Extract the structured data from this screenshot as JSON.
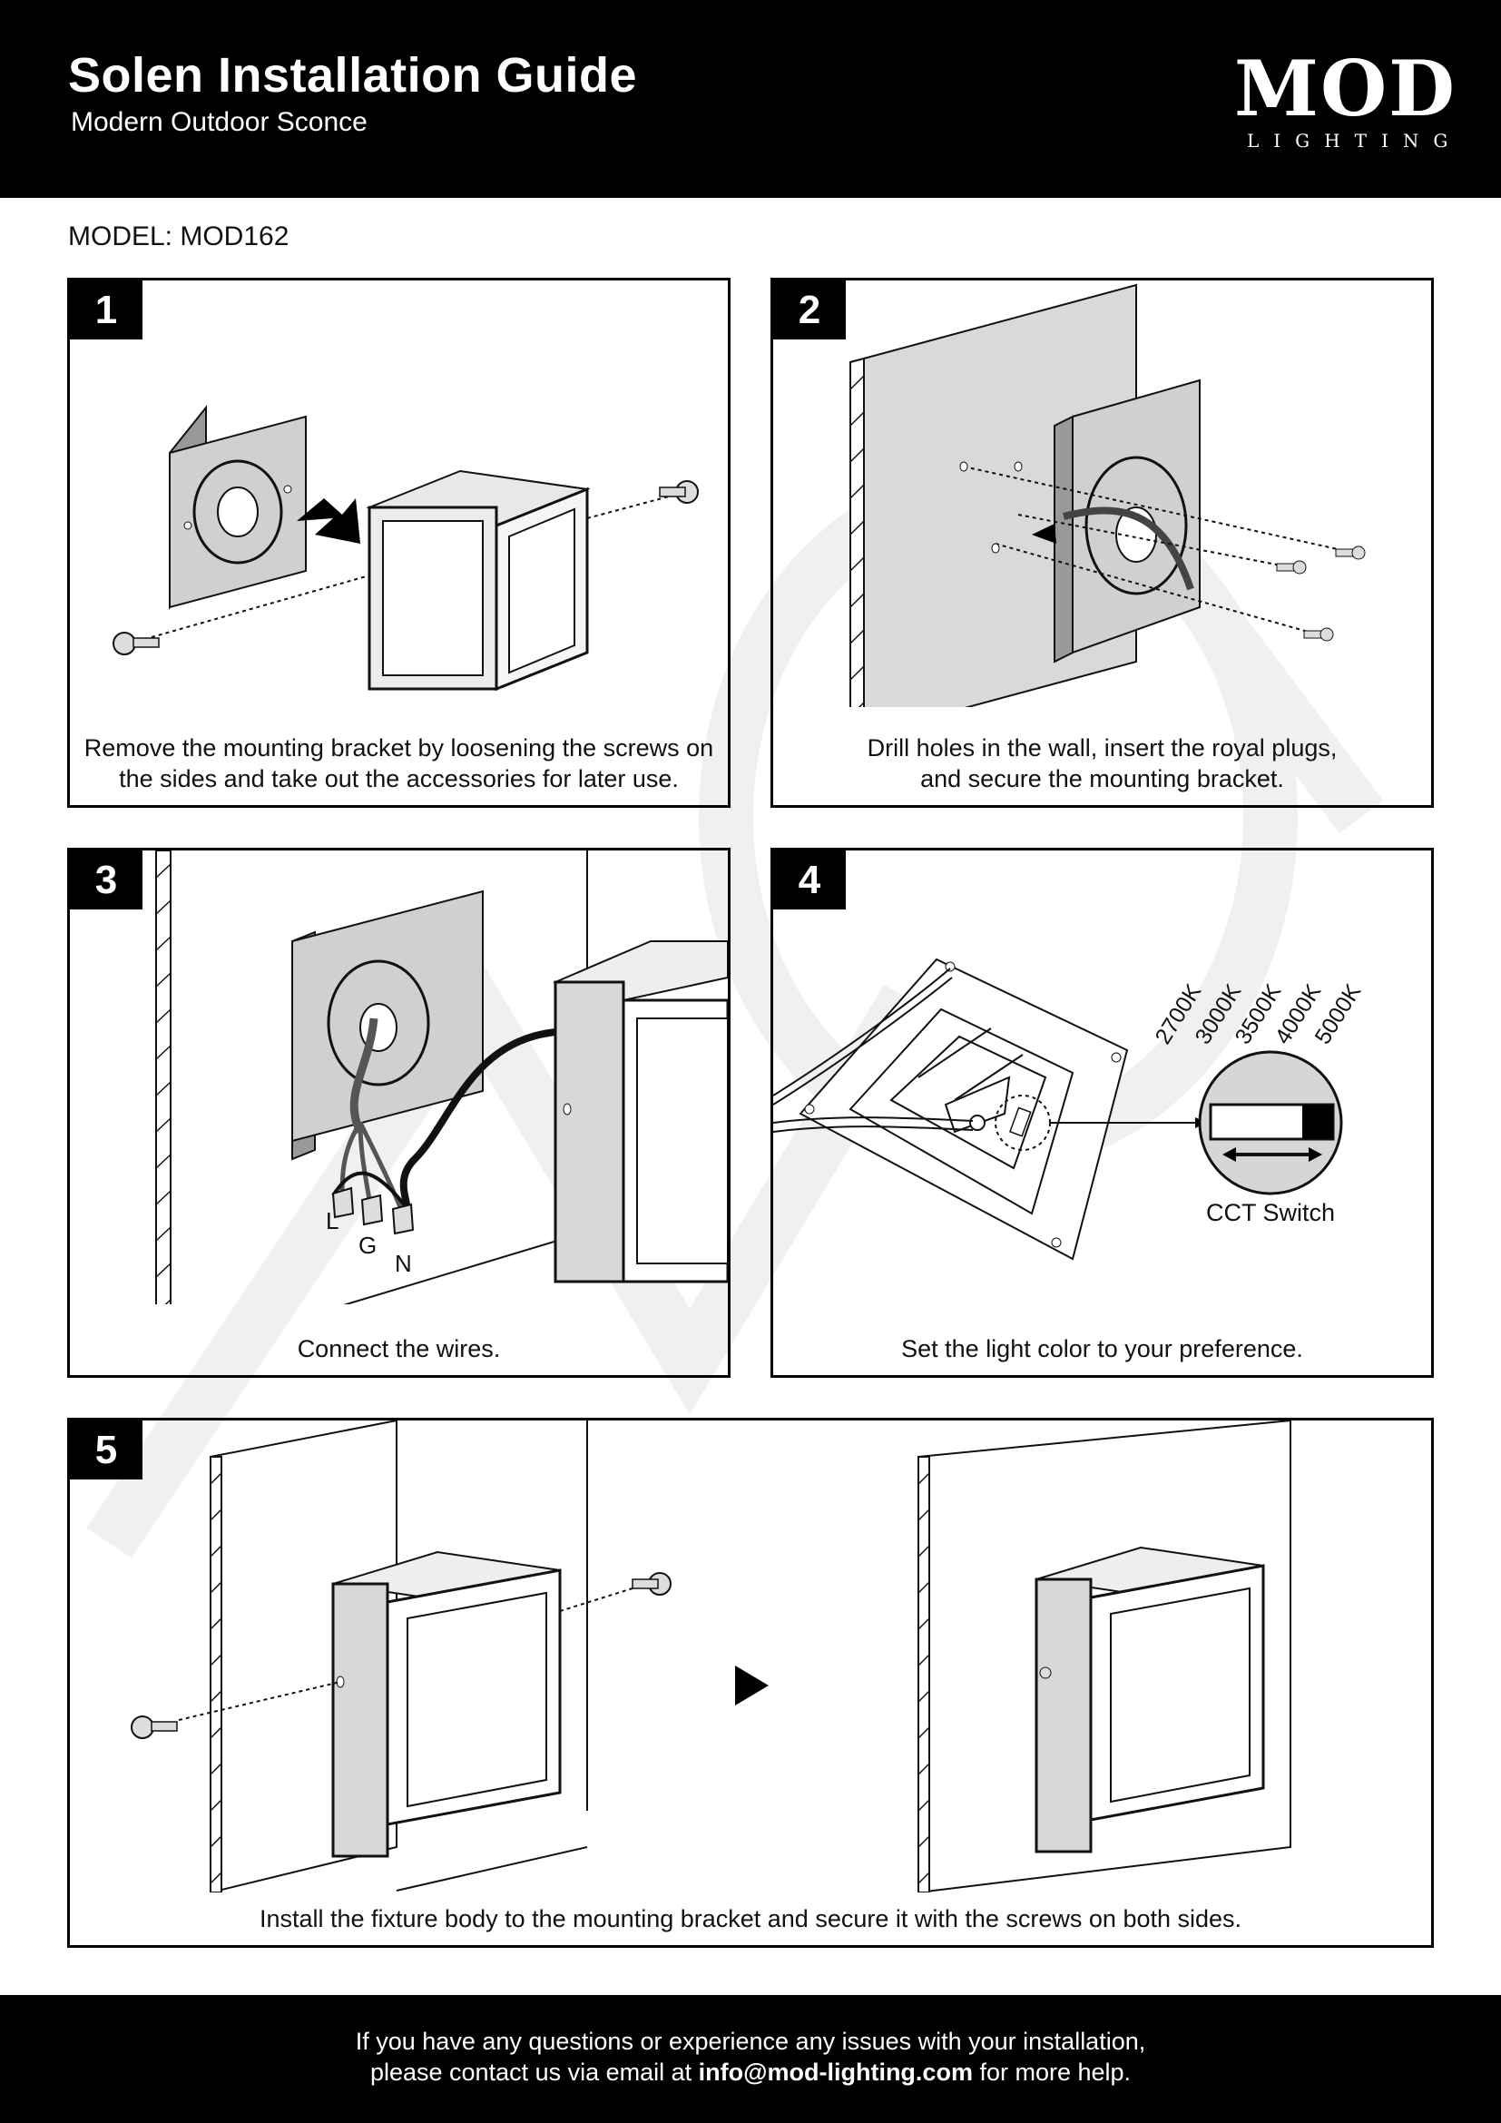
{
  "header": {
    "title": "Solen Installation Guide",
    "subtitle": "Modern Outdoor Sconce",
    "logo_main": "MOD",
    "logo_sub": "LIGHTING"
  },
  "model": "MODEL: MOD162",
  "steps": [
    {
      "number": "1",
      "caption_line1": "Remove the mounting bracket by loosening the screws on",
      "caption_line2": "the sides and take out the accessories for later use."
    },
    {
      "number": "2",
      "caption_line1": "Drill holes in the wall, insert the royal plugs,",
      "caption_line2": "and secure the mounting bracket."
    },
    {
      "number": "3",
      "caption": "Connect the wires.",
      "wire_labels": [
        "L",
        "G",
        "N"
      ]
    },
    {
      "number": "4",
      "caption": "Set the light color to your preference.",
      "cct_label": "CCT Switch",
      "temps": [
        "2700K",
        "3000K",
        "3500K",
        "4000K",
        "5000K"
      ]
    },
    {
      "number": "5",
      "caption": "Install the fixture body to the mounting bracket and secure it with the screws on both sides."
    }
  ],
  "footer": {
    "line1": "If you have any questions or experience any issues with your installation,",
    "line2_prefix": "please contact us via email at ",
    "email": "info@mod-lighting.com",
    "line2_suffix": " for more help."
  },
  "colors": {
    "header_bg": "#000000",
    "panel_fill": "#d6d6d6",
    "wall_fill": "#d9d9d9"
  }
}
